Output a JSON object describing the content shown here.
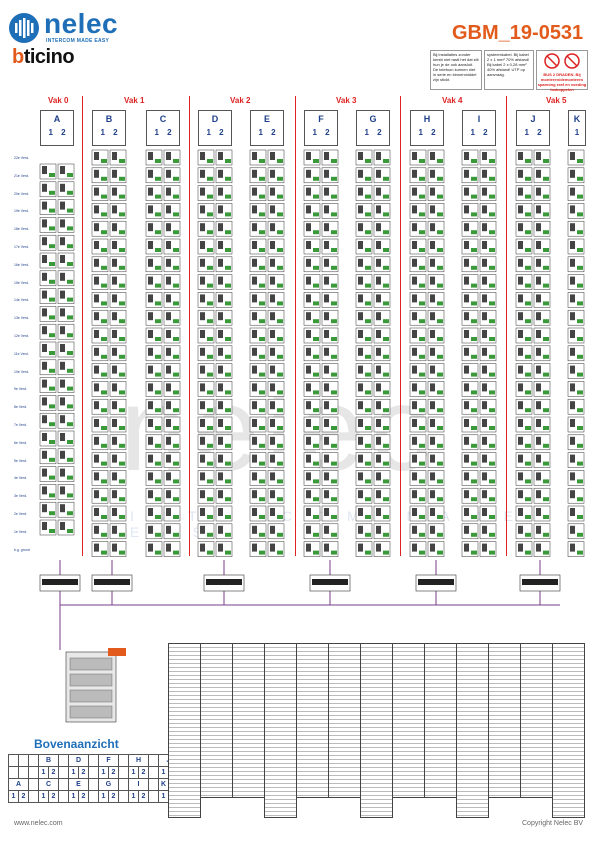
{
  "brand": {
    "name": "nelec",
    "tagline": "INTERCOM MADE EASY",
    "partner": "bticino",
    "partner_first": "b",
    "partner_rest": "ticino"
  },
  "doc_id": "GBM_19-0531",
  "notes": [
    "Bij installaties zonder kerstt niet rastt het dat slit hun je de ook aansluit. De telefoon kunnen niet in serie en binnenmiddel zijn stickt.",
    "systeemkabel. Bij kabel 2 x 1 mm² 70% afstand! Bij kabel 2 x 0,28 mm² 40% afstand! UTP op aanvraag.",
    "BUS 2 DRADEN. Bij monteren/demonteren spanning eraf en voeding loskoppelen"
  ],
  "vakken": [
    {
      "label": "Vak 0"
    },
    {
      "label": "Vak 1"
    },
    {
      "label": "Vak 2"
    },
    {
      "label": "Vak 3"
    },
    {
      "label": "Vak 4"
    },
    {
      "label": "Vak 5"
    }
  ],
  "panels": [
    {
      "letter": "A",
      "nums": "1 2"
    },
    {
      "letter": "B",
      "nums": "1 2"
    },
    {
      "letter": "C",
      "nums": "1 2"
    },
    {
      "letter": "D",
      "nums": "1 2"
    },
    {
      "letter": "E",
      "nums": "1 2"
    },
    {
      "letter": "F",
      "nums": "1 2"
    },
    {
      "letter": "G",
      "nums": "1 2"
    },
    {
      "letter": "H",
      "nums": "1 2"
    },
    {
      "letter": "I",
      "nums": "1 2"
    },
    {
      "letter": "J",
      "nums": "1 2"
    },
    {
      "letter": "K",
      "nums": "1"
    }
  ],
  "floors": [
    "22e Verd.",
    "21e Verd.",
    "20e Verd.",
    "19e Verd.",
    "18e Verd.",
    "17e Verd.",
    "16e Verd.",
    "15e Verd.",
    "14e Verd.",
    "13e Verd.",
    "12e Verd.",
    "11e Verd.",
    "10e Verd.",
    "9e Verd.",
    "8e Verd.",
    "7e Verd.",
    "6e Verd.",
    "5e Verd.",
    "4e Verd.",
    "3e Verd.",
    "2e Verd.",
    "1e Verd.",
    "b.g. grond"
  ],
  "watermark": {
    "word": "nelec",
    "sub": "INTERCOM MADE EASY"
  },
  "bovenaanzicht": {
    "title": "Bovenaanzicht",
    "top_letters": [
      "B",
      "D",
      "F",
      "H",
      "J"
    ],
    "bottom_letters": [
      "A",
      "C",
      "E",
      "G",
      "I",
      "K"
    ]
  },
  "footer": {
    "url": "www.nelec.com",
    "copyright": "Copyright Nelec BV"
  }
}
